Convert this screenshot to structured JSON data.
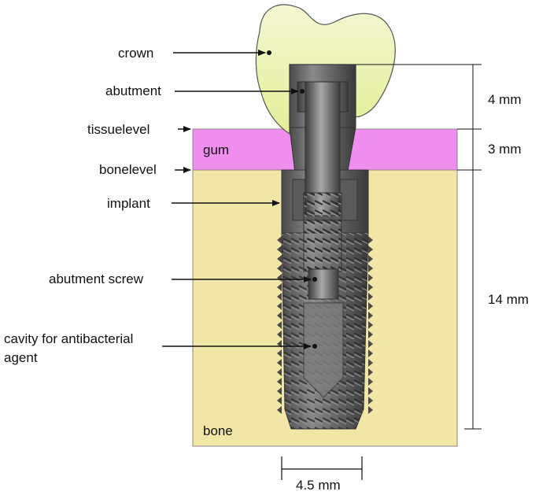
{
  "labels": {
    "crown": "crown",
    "abutment": "abutment",
    "tissuelevel": "tissuelevel",
    "bonelevel": "bonelevel",
    "implant": "implant",
    "abutment_screw": "abutment screw",
    "cavity_line1": "cavity for antibacterial",
    "cavity_line2": "agent",
    "gum": "gum",
    "bone": "bone"
  },
  "dimensions": {
    "abutment_height": "4 mm",
    "gum_height": "3 mm",
    "implant_length": "14 mm",
    "implant_diameter": "4.5 mm"
  },
  "colors": {
    "crown": "#eef3b8",
    "gum": "#f08ef0",
    "bone": "#f1e6a6",
    "metal": "#6f6f6f",
    "metal_dark": "#3f3f3f"
  }
}
